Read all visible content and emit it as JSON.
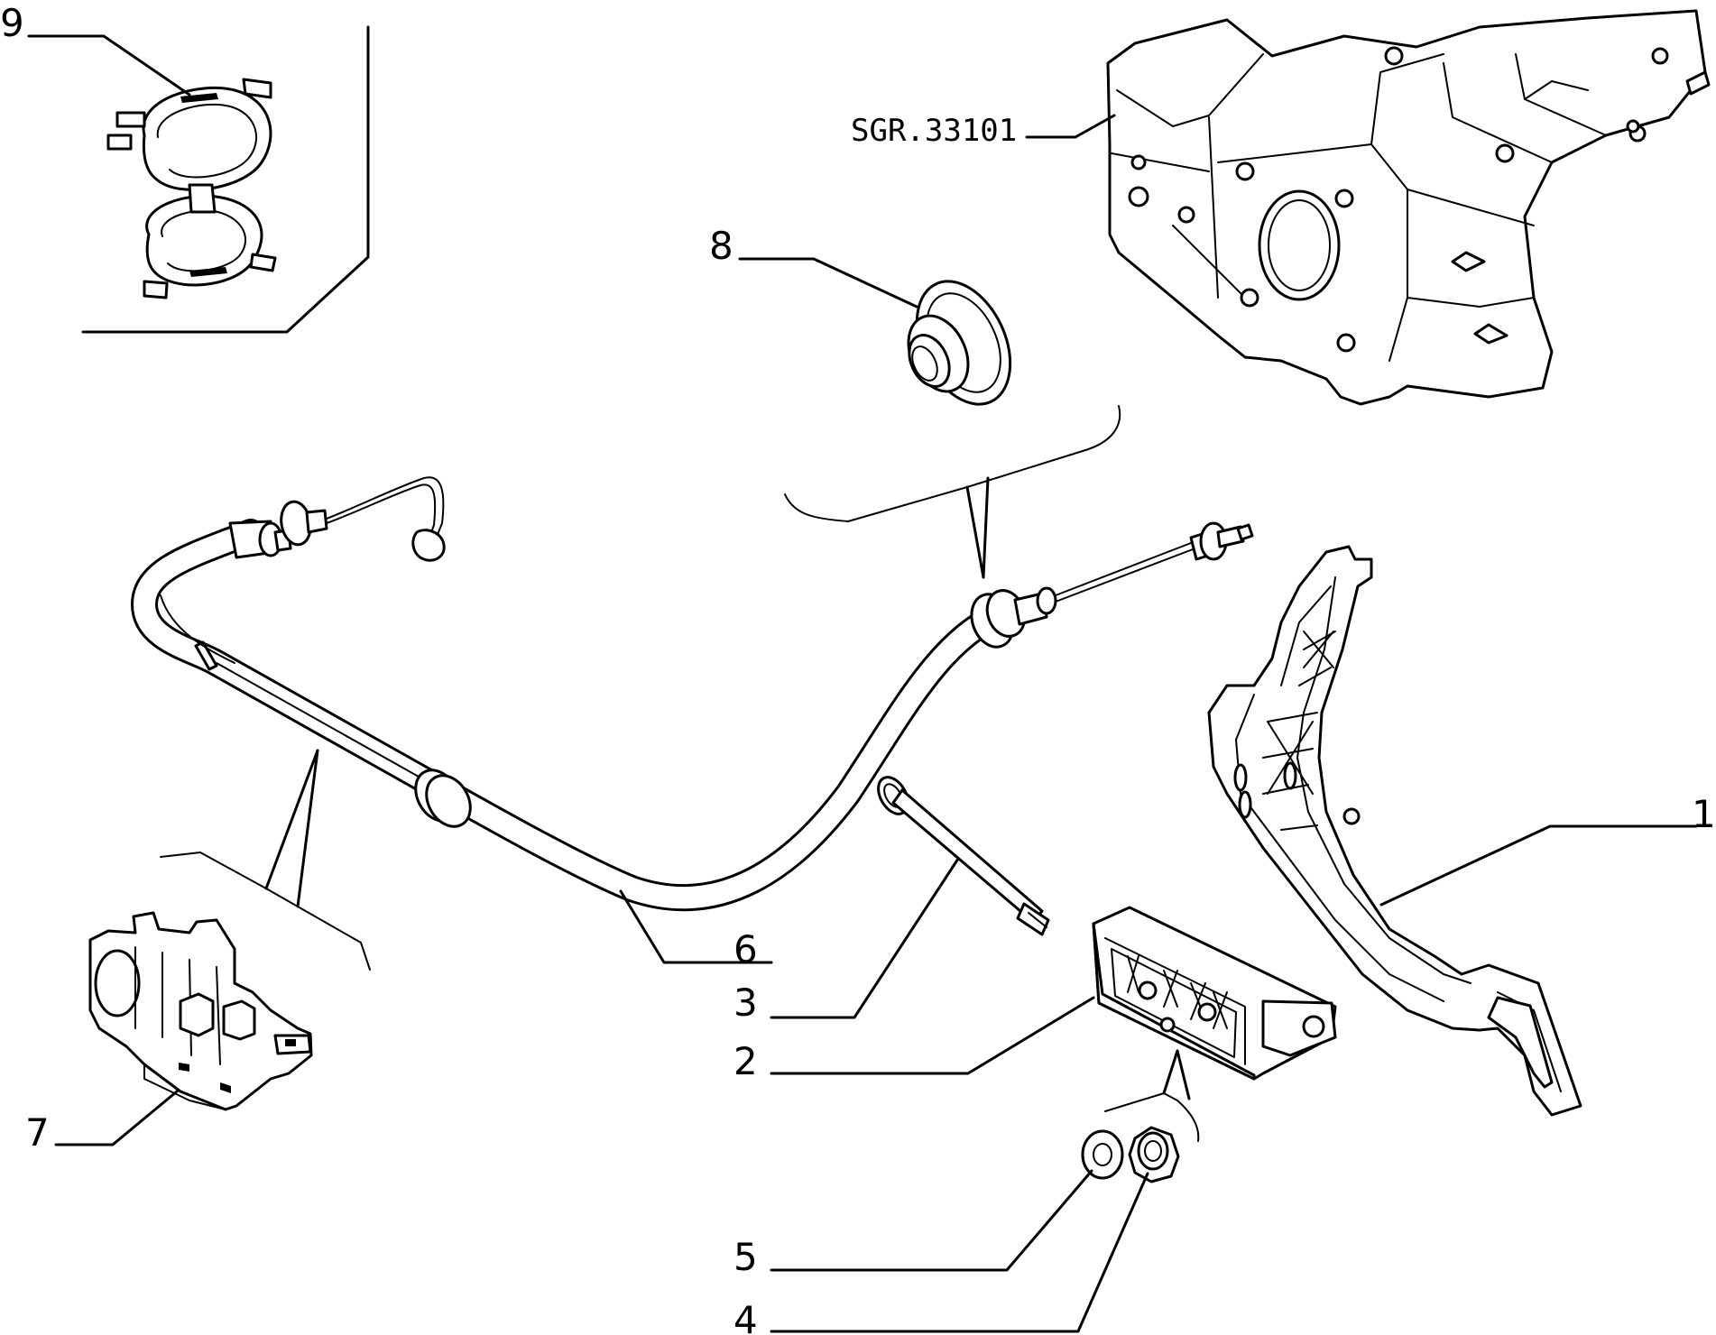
{
  "diagram": {
    "reference_code": "SGR.33101",
    "callouts": [
      {
        "id": "callout-1",
        "number": "1"
      },
      {
        "id": "callout-2",
        "number": "2"
      },
      {
        "id": "callout-3",
        "number": "3"
      },
      {
        "id": "callout-4",
        "number": "4"
      },
      {
        "id": "callout-5",
        "number": "5"
      },
      {
        "id": "callout-6",
        "number": "6"
      },
      {
        "id": "callout-7",
        "number": "7"
      },
      {
        "id": "callout-8",
        "number": "8"
      },
      {
        "id": "callout-9",
        "number": "9"
      }
    ]
  }
}
